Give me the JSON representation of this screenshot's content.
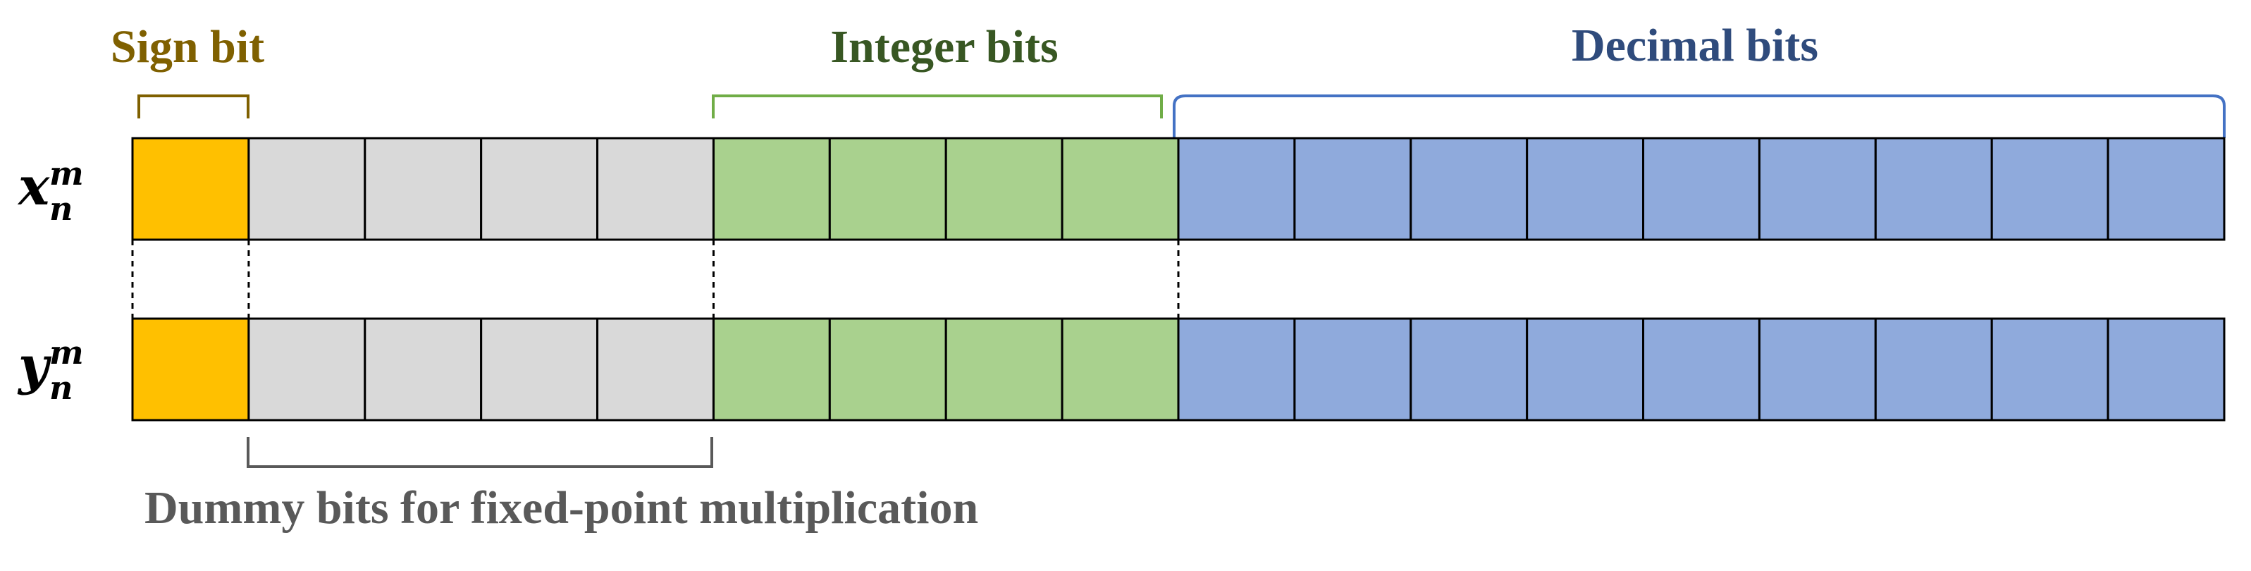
{
  "labels": {
    "sign": "Sign bit",
    "integer": "Integer bits",
    "decimal": "Decimal bits",
    "dummy": "Dummy bits for fixed-point multiplication"
  },
  "rows": [
    {
      "base": "x",
      "sup": "m",
      "sub": "n"
    },
    {
      "base": "y",
      "sup": "m",
      "sub": "n"
    }
  ],
  "bit_groups": [
    {
      "kind": "sign",
      "count": 1
    },
    {
      "kind": "dummy",
      "count": 4
    },
    {
      "kind": "integer",
      "count": 4
    },
    {
      "kind": "decimal",
      "count": 9
    }
  ],
  "colors": {
    "sign_fill": "#FFC000",
    "dummy_fill": "#D9D9D9",
    "integer_fill": "#A9D18E",
    "decimal_fill": "#8FAADC",
    "sign_text": "#7F6000",
    "integer_text": "#385723",
    "decimal_text": "#2F4B7C",
    "dummy_text": "#595959",
    "sign_bracket": "#7F6000",
    "integer_bracket": "#70AD47",
    "decimal_bracket": "#4472C4",
    "dummy_bracket": "#595959",
    "cell_border": "#000000"
  }
}
